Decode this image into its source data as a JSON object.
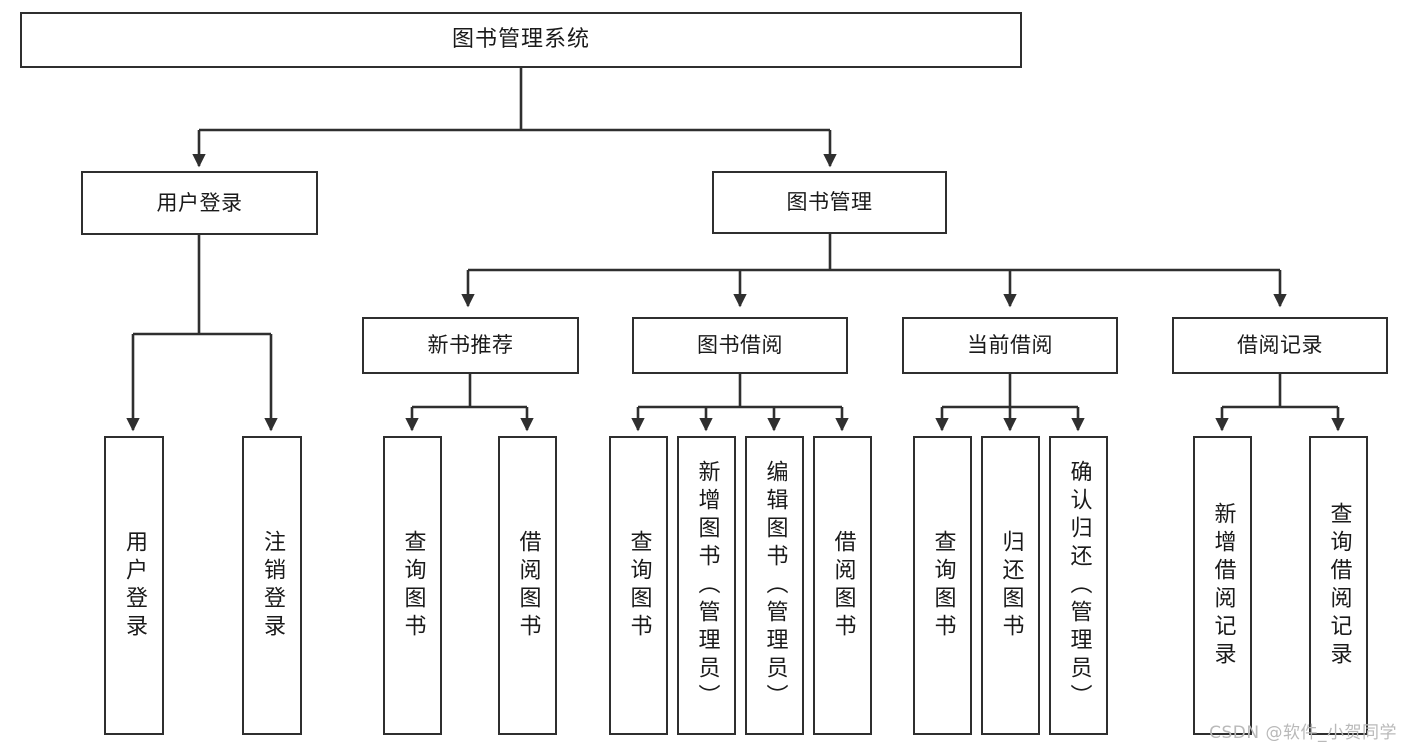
{
  "diagram": {
    "title": "图书管理系统",
    "type": "tree-hierarchy",
    "colors": {
      "box_border": "#2f2f2f",
      "box_fill": "#ffffff",
      "connector": "#2f2f2f",
      "text": "#1a1a1a",
      "watermark": "#b9b9b9",
      "background": "#ffffff"
    },
    "root": {
      "label": "图书管理系统"
    },
    "level2": [
      {
        "label": "用户登录"
      },
      {
        "label": "图书管理"
      }
    ],
    "level3": [
      {
        "label": "新书推荐"
      },
      {
        "label": "图书借阅"
      },
      {
        "label": "当前借阅"
      },
      {
        "label": "借阅记录"
      }
    ],
    "leaves": [
      {
        "label": "用户登录",
        "parent": "用户登录"
      },
      {
        "label": "注销登录",
        "parent": "用户登录"
      },
      {
        "label": "查询图书",
        "parent": "新书推荐"
      },
      {
        "label": "借阅图书",
        "parent": "新书推荐"
      },
      {
        "label": "查询图书",
        "parent": "图书借阅"
      },
      {
        "label": "新增图书（管理员）",
        "parent": "图书借阅"
      },
      {
        "label": "编辑图书（管理员）",
        "parent": "图书借阅"
      },
      {
        "label": "借阅图书",
        "parent": "图书借阅"
      },
      {
        "label": "查询图书",
        "parent": "当前借阅"
      },
      {
        "label": "归还图书",
        "parent": "当前借阅"
      },
      {
        "label": "确认归还（管理员）",
        "parent": "当前借阅"
      },
      {
        "label": "新增借阅记录",
        "parent": "借阅记录"
      },
      {
        "label": "查询借阅记录",
        "parent": "借阅记录"
      }
    ]
  },
  "watermark": {
    "text": "CSDN @软件_小贺同学"
  }
}
